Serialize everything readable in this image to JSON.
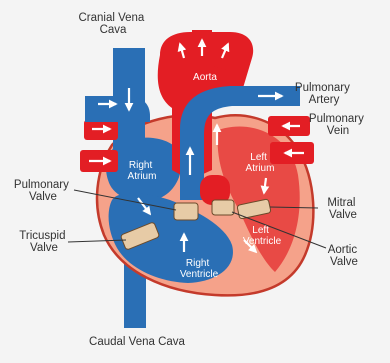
{
  "colors": {
    "oxygen_poor": "#2a6fb5",
    "oxygen_rich": "#e31e24",
    "muscle": "#f5a28a",
    "outline": "#c43a2b",
    "valve": "#e7cba6",
    "text": "#333333",
    "background": "#f4f4f4"
  },
  "labels": {
    "cranial_vena_cava": [
      "Cranial Vena",
      "Cava"
    ],
    "aorta": "Aorta",
    "pulmonary_artery": [
      "Pulmonary",
      "Artery"
    ],
    "pulmonary_vein": [
      "Pulmonary",
      "Vein"
    ],
    "right_atrium": [
      "Right",
      "Atrium"
    ],
    "left_atrium": [
      "Left",
      "Atrium"
    ],
    "pulmonary_valve": [
      "Pulmonary",
      "Valve"
    ],
    "mitral_valve": [
      "Mitral",
      "Valve"
    ],
    "left_ventricle": [
      "Left",
      "Ventricle"
    ],
    "tricuspid_valve": [
      "Tricuspid",
      "Valve"
    ],
    "aortic_valve": [
      "Aortic",
      "Valve"
    ],
    "right_ventricle": [
      "Right",
      "Ventricle"
    ],
    "caudal_vena_cava": "Caudal Vena Cava"
  },
  "icons": [
    "flow-arrow-icon"
  ]
}
